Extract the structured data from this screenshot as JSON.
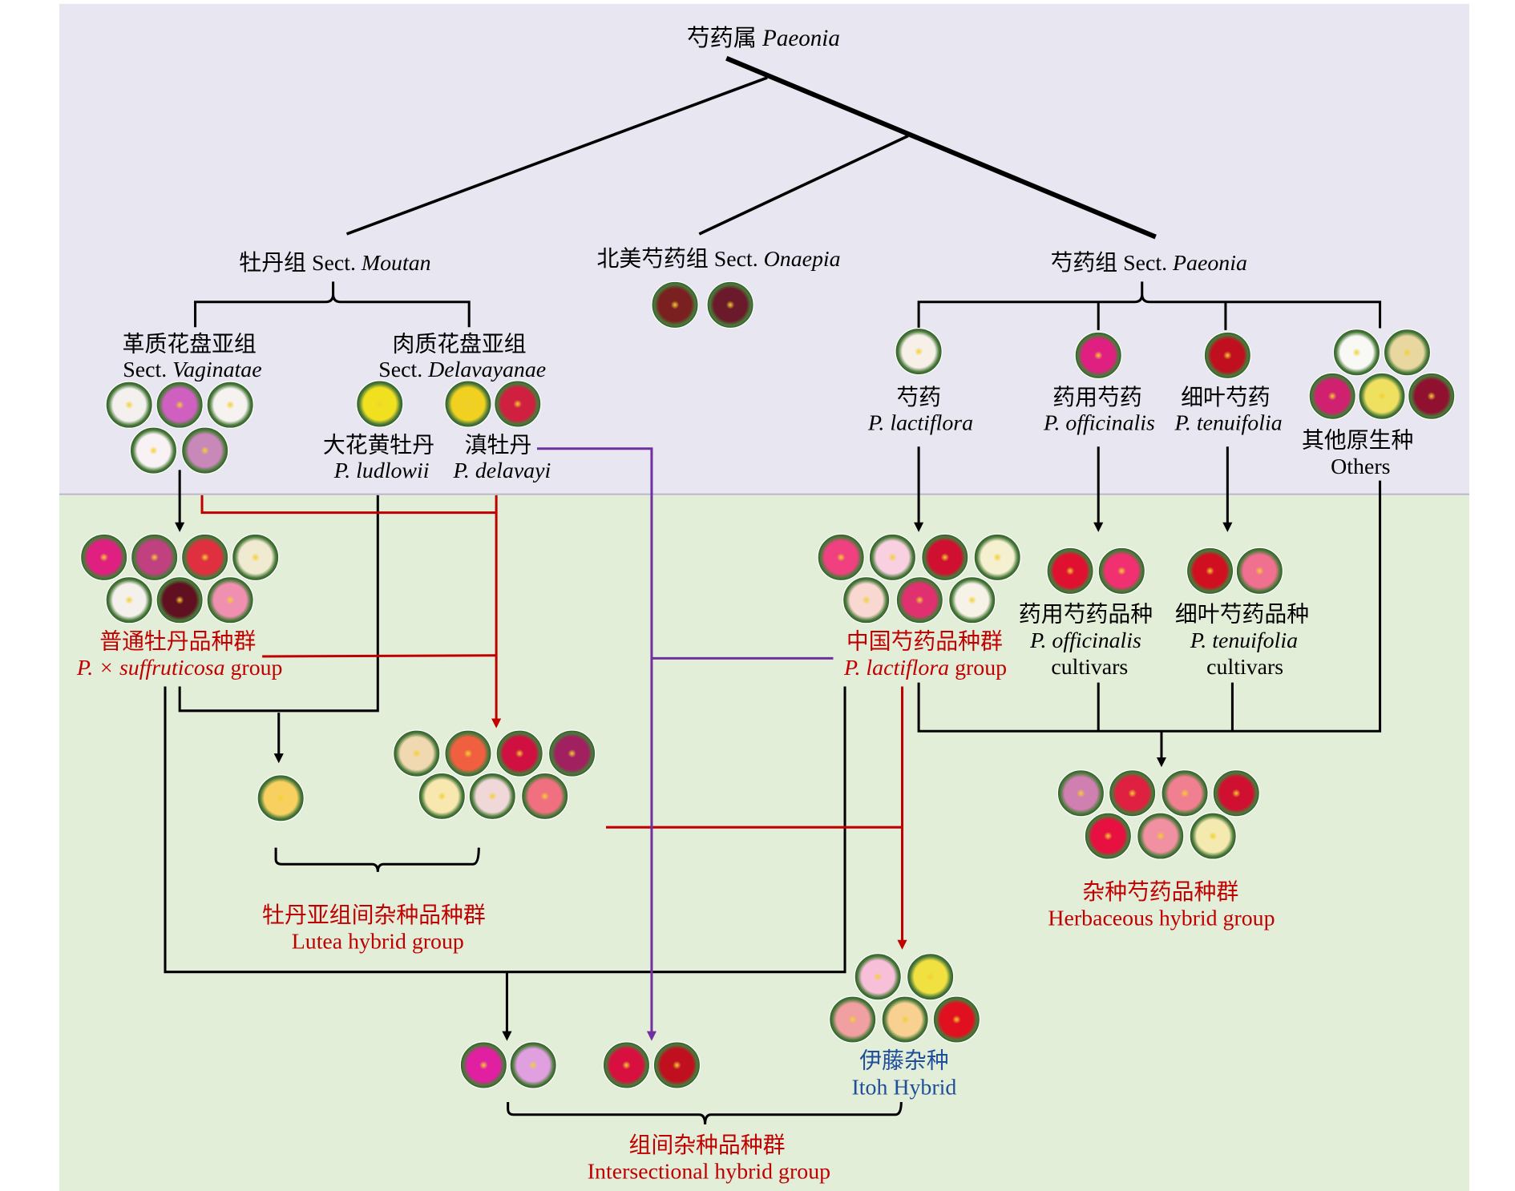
{
  "colors": {
    "top_bg": "#e8e6f0",
    "bottom_bg": "#e3eed9",
    "black": "#000000",
    "red": "#c00000",
    "purple": "#7030a0",
    "blue": "#1f4e9a"
  },
  "root": {
    "cn": "芍药属",
    "latin": "Paeonia"
  },
  "sections": {
    "moutan": {
      "cn": "牡丹组",
      "sect": "Sect.",
      "latin": "Moutan"
    },
    "onaepia": {
      "cn": "北美芍药组",
      "sect": "Sect.",
      "latin": "Onaepia"
    },
    "paeonia": {
      "cn": "芍药组",
      "sect": "Sect.",
      "latin": "Paeonia"
    }
  },
  "subsections": {
    "vaginatae": {
      "cn": "革质花盘亚组",
      "sect": "Sect.",
      "latin": "Vaginatae"
    },
    "delavayanae": {
      "cn": "肉质花盘亚组",
      "sect": "Sect.",
      "latin": "Delavayanae"
    }
  },
  "species": {
    "ludlowii": {
      "cn": "大花黄牡丹",
      "latin": "P. ludlowii"
    },
    "delavayi": {
      "cn": "滇牡丹",
      "latin": "P. delavayi"
    },
    "lactiflora": {
      "cn": "芍药",
      "latin": "P. lactiflora"
    },
    "officinalis": {
      "cn": "药用芍药",
      "latin": "P. officinalis"
    },
    "tenuifolia": {
      "cn": "细叶芍药",
      "latin": "P. tenuifolia"
    },
    "others": {
      "cn": "其他原生种",
      "latin": "Others"
    }
  },
  "groups": {
    "suffruticosa": {
      "cn": "普通牡丹品种群",
      "latin_pre": "P. × suffruticosa",
      "latin_post": " group"
    },
    "lactiflora": {
      "cn": "中国芍药品种群",
      "latin_pre": "P. lactiflora",
      "latin_post": " group"
    },
    "officinalis": {
      "cn": "药用芍药品种",
      "latin": "P. officinalis",
      "cultivars": "cultivars"
    },
    "tenuifolia": {
      "cn": "细叶芍药品种",
      "latin": "P. tenuifolia",
      "cultivars": "cultivars"
    },
    "herbaceous": {
      "cn": "杂种芍药品种群",
      "en": "Herbaceous hybrid group"
    },
    "lutea": {
      "cn": "牡丹亚组间杂种品种群",
      "en": "Lutea hybrid group"
    },
    "itoh": {
      "cn": "伊藤杂种",
      "en": "Itoh Hybrid"
    },
    "intersectional": {
      "cn": "组间杂种品种群",
      "en": "Intersectional hybrid group"
    }
  },
  "flower_photos": {
    "onaepia": [
      "#7a2020",
      "#6a1a2a"
    ],
    "vaginatae": [
      "#f4f0ee",
      "#d060c0",
      "#f6f2f0",
      "#f8f2f4",
      "#c888b8"
    ],
    "ludlowii": [
      "#f0e020"
    ],
    "delavayi": [
      "#f0d020",
      "#d02040"
    ],
    "lactiflora": [
      "#f6f0e8"
    ],
    "officinalis": [
      "#e02080"
    ],
    "tenuifolia": [
      "#c01020"
    ],
    "others": [
      "#f8f8f4",
      "#e8d8a0",
      "#d02070",
      "#f0e060",
      "#901030"
    ],
    "suffruticosa": [
      "#e02080",
      "#c04080",
      "#e03040",
      "#f0ead0",
      "#f4f0ec",
      "#601020",
      "#f090b0"
    ],
    "lactiflora_group": [
      "#f04080",
      "#f8d0e0",
      "#d01030",
      "#f4f0d0",
      "#f8d8d0",
      "#e03070",
      "#f6f2e8"
    ],
    "officinalis_cv": [
      "#e01030",
      "#f03070"
    ],
    "tenuifolia_cv": [
      "#d01020",
      "#f07090"
    ],
    "herbaceous": [
      "#d080b0",
      "#e02040",
      "#f08090",
      "#d01030",
      "#e81040",
      "#f090a0",
      "#f4eab0"
    ],
    "lutea_single": [
      "#f8d060"
    ],
    "lutea": [
      "#f0d8b0",
      "#f06040",
      "#d01040",
      "#a02060",
      "#f8e8b0",
      "#f0d8d8",
      "#f07080"
    ],
    "itoh": [
      "#f8c0d8",
      "#f0e040",
      "#f0a0a0",
      "#f8d090",
      "#e01020"
    ],
    "intersectional": [
      "#e020a0",
      "#e0a0e0",
      "#d81040",
      "#c01020"
    ]
  }
}
